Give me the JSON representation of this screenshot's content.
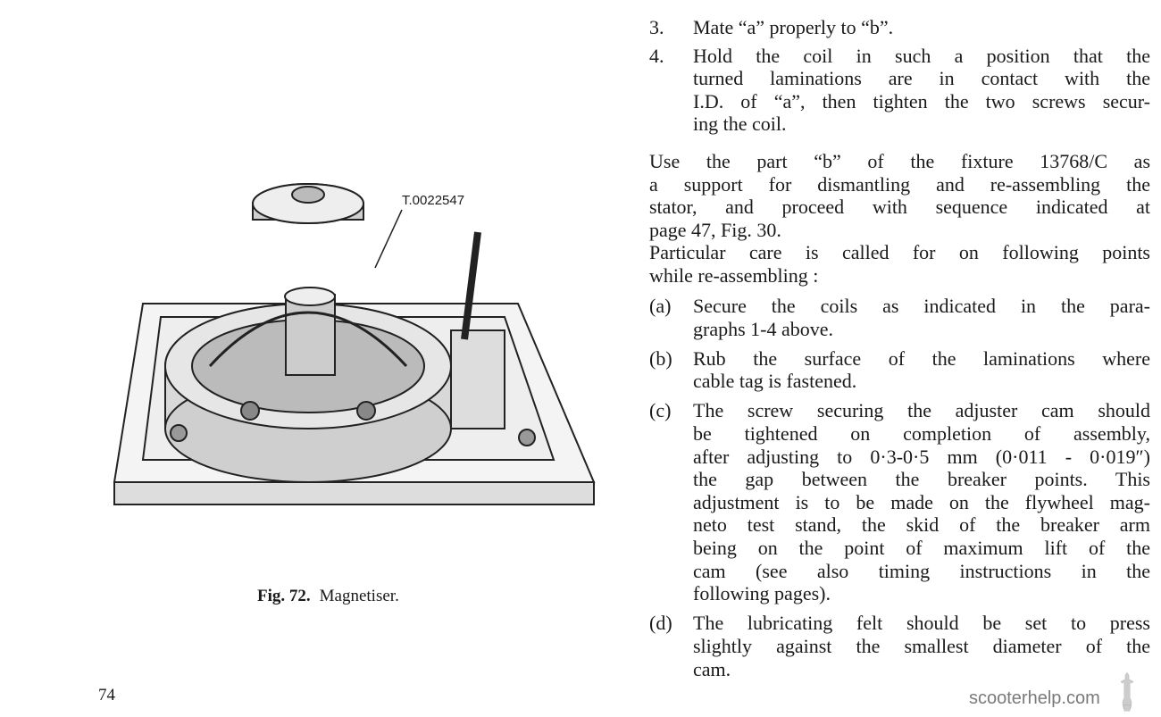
{
  "figure": {
    "label": "T.0022547",
    "caption_number": "Fig. 72.",
    "caption_text": "Magnetiser."
  },
  "page_number": "74",
  "steps": [
    {
      "num": "3.",
      "lines": [
        "Mate “a” properly to “b”."
      ]
    },
    {
      "num": "4.",
      "lines": [
        "Hold the coil in such a position that the",
        "turned laminations are in contact with the",
        "I.D. of “a”, then tighten the two screws secur-",
        "ing the coil."
      ]
    }
  ],
  "para1": [
    "Use the part “b” of the fixture 13768/C as",
    "a support for dismantling and re-assembling the",
    "stator, and proceed with sequence indicated at",
    "page 47, Fig. 30."
  ],
  "para2": [
    "Particular care is called for on following points",
    "while re-assembling :"
  ],
  "points": [
    {
      "num": "(a)",
      "lines": [
        "Secure the coils as indicated in the para-",
        "graphs 1-4 above."
      ]
    },
    {
      "num": "(b)",
      "lines": [
        "Rub the surface of the laminations where",
        "cable tag is fastened."
      ]
    },
    {
      "num": "(c)",
      "lines": [
        "The screw securing the adjuster cam should",
        "be tightened on completion of assembly,",
        "after adjusting to 0·3-0·5 mm (0·011 - 0·019″)",
        "the gap between the breaker points. This",
        "adjustment is to be made on the flywheel mag-",
        "neto test stand, the skid of the breaker arm",
        "being on the point of maximum lift of the",
        "cam (see also timing instructions in the",
        "following pages)."
      ]
    },
    {
      "num": "(d)",
      "lines": [
        "The lubricating felt should be set to press",
        "slightly against the smallest diameter of the",
        "cam."
      ]
    }
  ],
  "watermark": "scooterhelp.com"
}
